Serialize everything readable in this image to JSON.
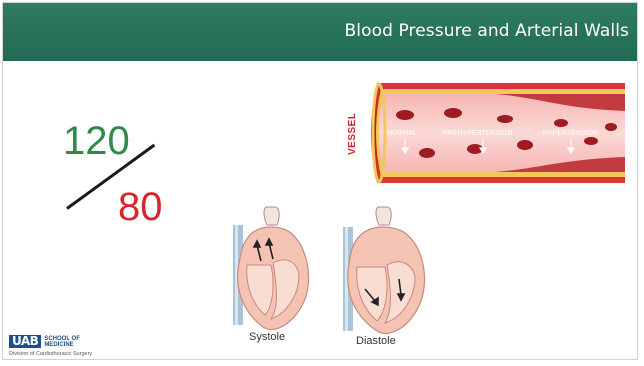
{
  "slide": {
    "title": "Blood Pressure and Arterial Walls",
    "bp": {
      "systolic": "120",
      "diastolic": "80"
    },
    "vessel": {
      "side_label": "VESSEL",
      "labels": [
        "NORMAL",
        "PREHYPERTENSION",
        "HYPERTENSION"
      ]
    },
    "hearts": [
      {
        "label": "Systole"
      },
      {
        "label": "Diastole"
      }
    ],
    "logo": {
      "mark": "UAB",
      "line1": "SCHOOL OF",
      "line2": "MEDICINE",
      "division": "Division of Cardiothoracic Surgery"
    }
  },
  "colors": {
    "header": "#2a7560",
    "systolic": "#2f8a4a",
    "diastolic": "#d7262b",
    "vessel": "#c9252b"
  },
  "icons": [
    "artery-vessel-illustration",
    "heart-systole-illustration",
    "heart-diastole-illustration"
  ]
}
